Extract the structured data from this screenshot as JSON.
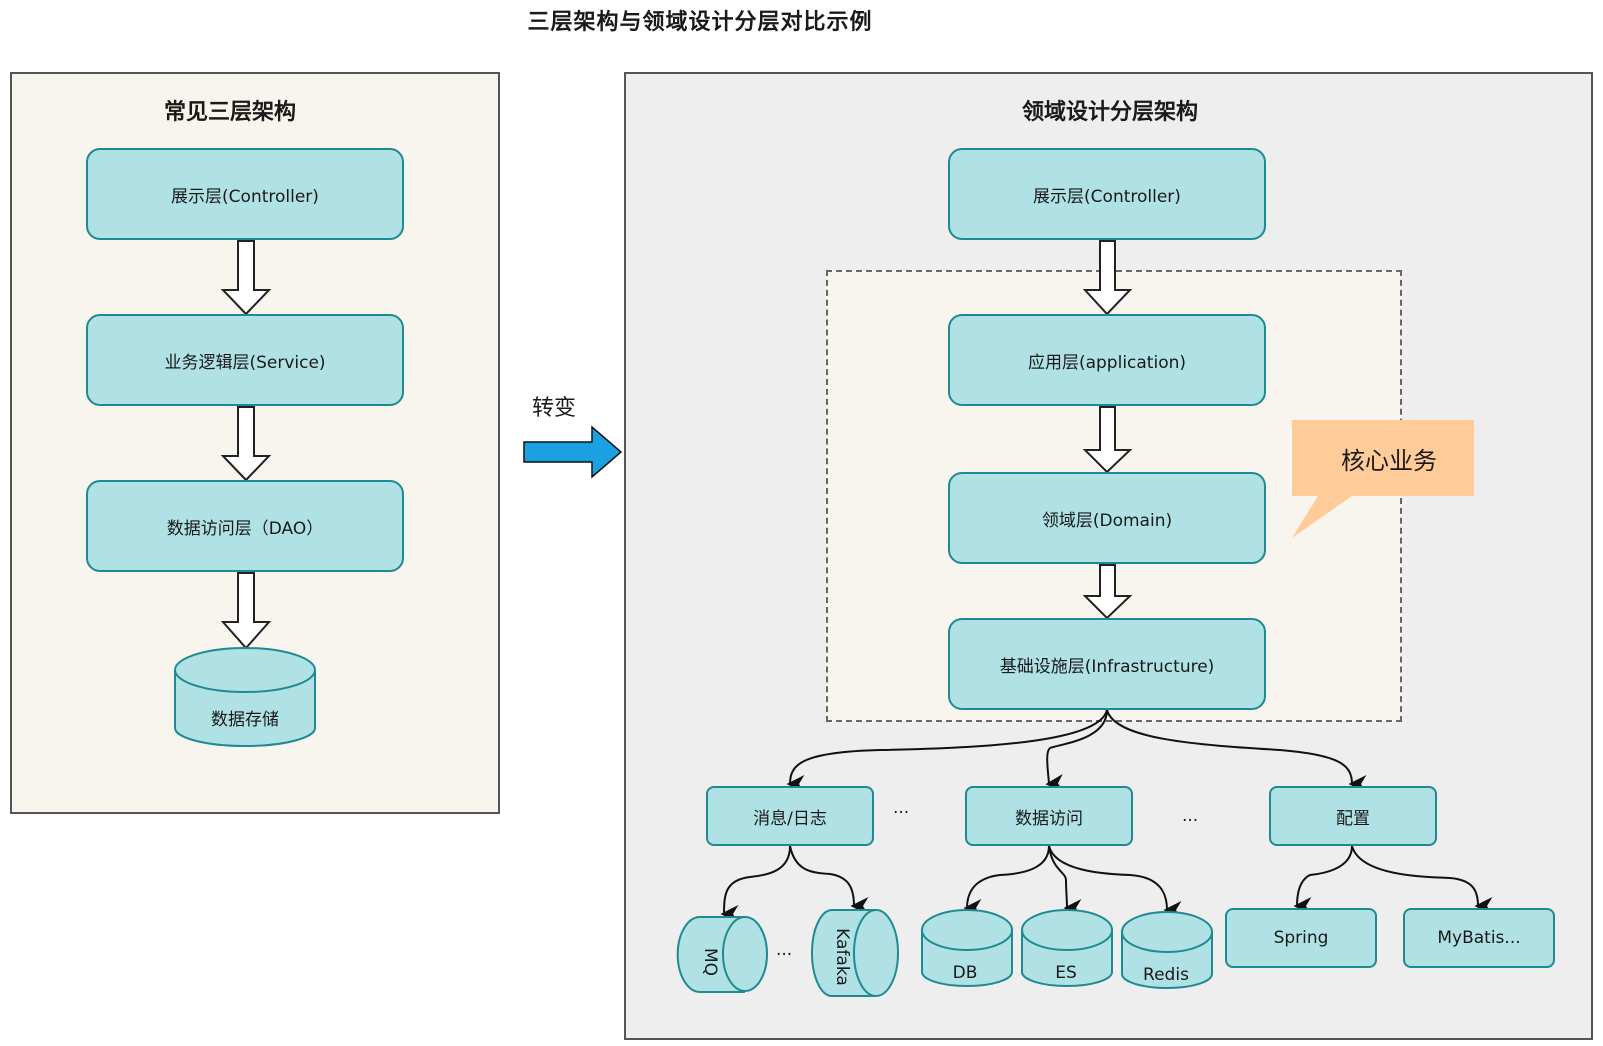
{
  "title": "三层架构与领域设计分层对比示例",
  "left": {
    "heading": "常见三层架构",
    "layers": [
      "展示层(Controller)",
      "业务逻辑层(Service)",
      "数据访问层（DAO）"
    ],
    "storage": "数据存储"
  },
  "transition_label": "转变",
  "right": {
    "heading": "领域设计分层架构",
    "layers": [
      "展示层(Controller)",
      "应用层(application)",
      "领域层(Domain)",
      "基础设施层(Infrastructure)"
    ],
    "callout": "核心业务",
    "modules": [
      "消息/日志",
      "数据访问",
      "配置"
    ],
    "ellipsis": "...",
    "messaging": {
      "items": [
        "MQ",
        "Kafaka"
      ]
    },
    "data_access": {
      "items": [
        "DB",
        "ES",
        "Redis"
      ]
    },
    "config": {
      "items": [
        "Spring",
        "MyBatis..."
      ]
    }
  },
  "colors": {
    "box_fill": "#b0e2e5",
    "box_stroke": "#1e8a91",
    "callout_fill": "#ffcc99",
    "transition_arrow": "#1ba1e2",
    "left_bg": "#f8f5ee",
    "right_bg": "#eeeeee"
  }
}
